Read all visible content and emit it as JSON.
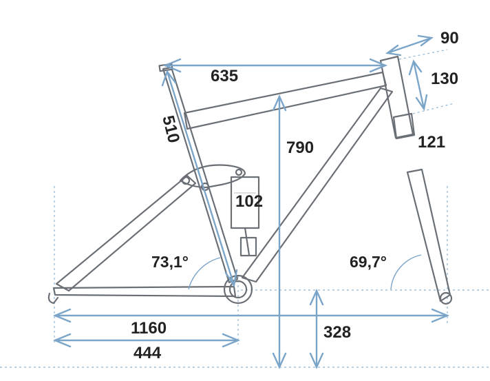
{
  "colors": {
    "frame_stroke": "#6a6f76",
    "dimension_lines": "#7aa4c8",
    "label_text": "#222222",
    "background": "#ffffff"
  },
  "labels": {
    "top_tube_length": "635",
    "seat_tube_length": "510",
    "stack_height": "790",
    "stem_length": "90",
    "steerer_height": "130",
    "head_tube_length": "121",
    "shock_length": "102",
    "seat_angle": "73,1°",
    "head_angle": "69,7°",
    "wheelbase": "1160",
    "chainstay_length": "444",
    "bottom_bracket_height": "328"
  }
}
